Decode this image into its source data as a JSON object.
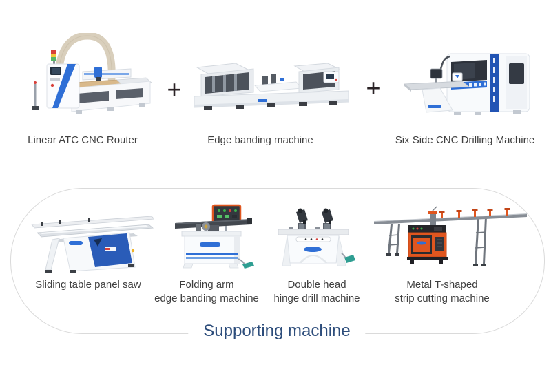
{
  "diagram": {
    "plus_sign": "+",
    "main_row": [
      {
        "label": "Linear ATC CNC Router",
        "icon": "cnc-router-image"
      },
      {
        "label": "Edge banding machine",
        "icon": "edge-banding-machine-image"
      },
      {
        "label": "Six Side CNC Drilling Machine",
        "icon": "six-side-cnc-drilling-machine-image"
      }
    ],
    "supporting_group": {
      "title": "Supporting machine",
      "machines": [
        {
          "label_line1": "Sliding table panel saw",
          "label_line2": "",
          "icon": "sliding-table-panel-saw-image"
        },
        {
          "label_line1": "Folding arm",
          "label_line2": "edge banding machine",
          "icon": "folding-arm-edge-banding-machine-image"
        },
        {
          "label_line1": "Double head",
          "label_line2": "hinge drill machine",
          "icon": "double-head-hinge-drill-machine-image"
        },
        {
          "label_line1": "Metal T-shaped",
          "label_line2": "strip cutting machine",
          "icon": "metal-t-shaped-strip-cutting-machine-image"
        }
      ]
    },
    "colors": {
      "background": "#ffffff",
      "label_text": "#3f3f3f",
      "supporting_title": "#2d4d7b",
      "plus_sign": "#2a2225",
      "capsule_border": "#dadada",
      "machine_blue": "#2f6fd6",
      "machine_dark_blue": "#2254b4",
      "machine_orange": "#e0561f"
    }
  }
}
